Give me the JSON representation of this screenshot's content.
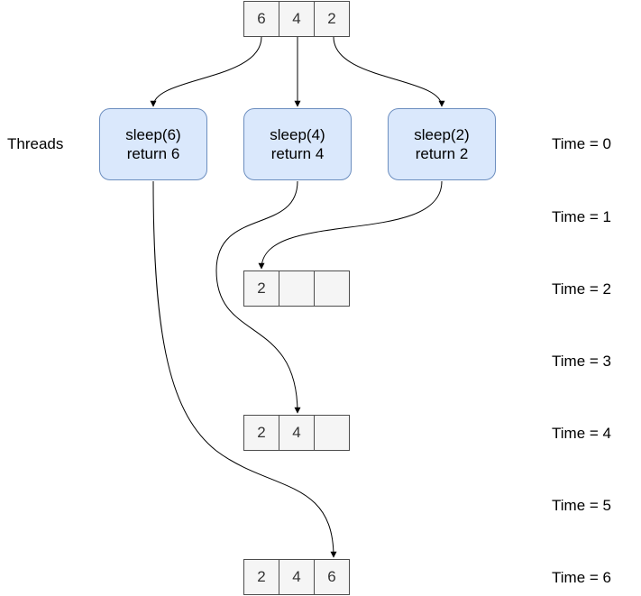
{
  "input_array": [
    "6",
    "4",
    "2"
  ],
  "threads_label": "Threads",
  "threads": [
    {
      "call": "sleep(6)",
      "ret": "return 6"
    },
    {
      "call": "sleep(4)",
      "ret": "return 4"
    },
    {
      "call": "sleep(2)",
      "ret": "return 2"
    }
  ],
  "result_arrays": [
    [
      "2",
      "",
      ""
    ],
    [
      "2",
      "4",
      ""
    ],
    [
      "2",
      "4",
      "6"
    ]
  ],
  "time_labels": [
    "Time = 0",
    "Time = 1",
    "Time = 2",
    "Time = 3",
    "Time = 4",
    "Time = 5",
    "Time = 6"
  ]
}
